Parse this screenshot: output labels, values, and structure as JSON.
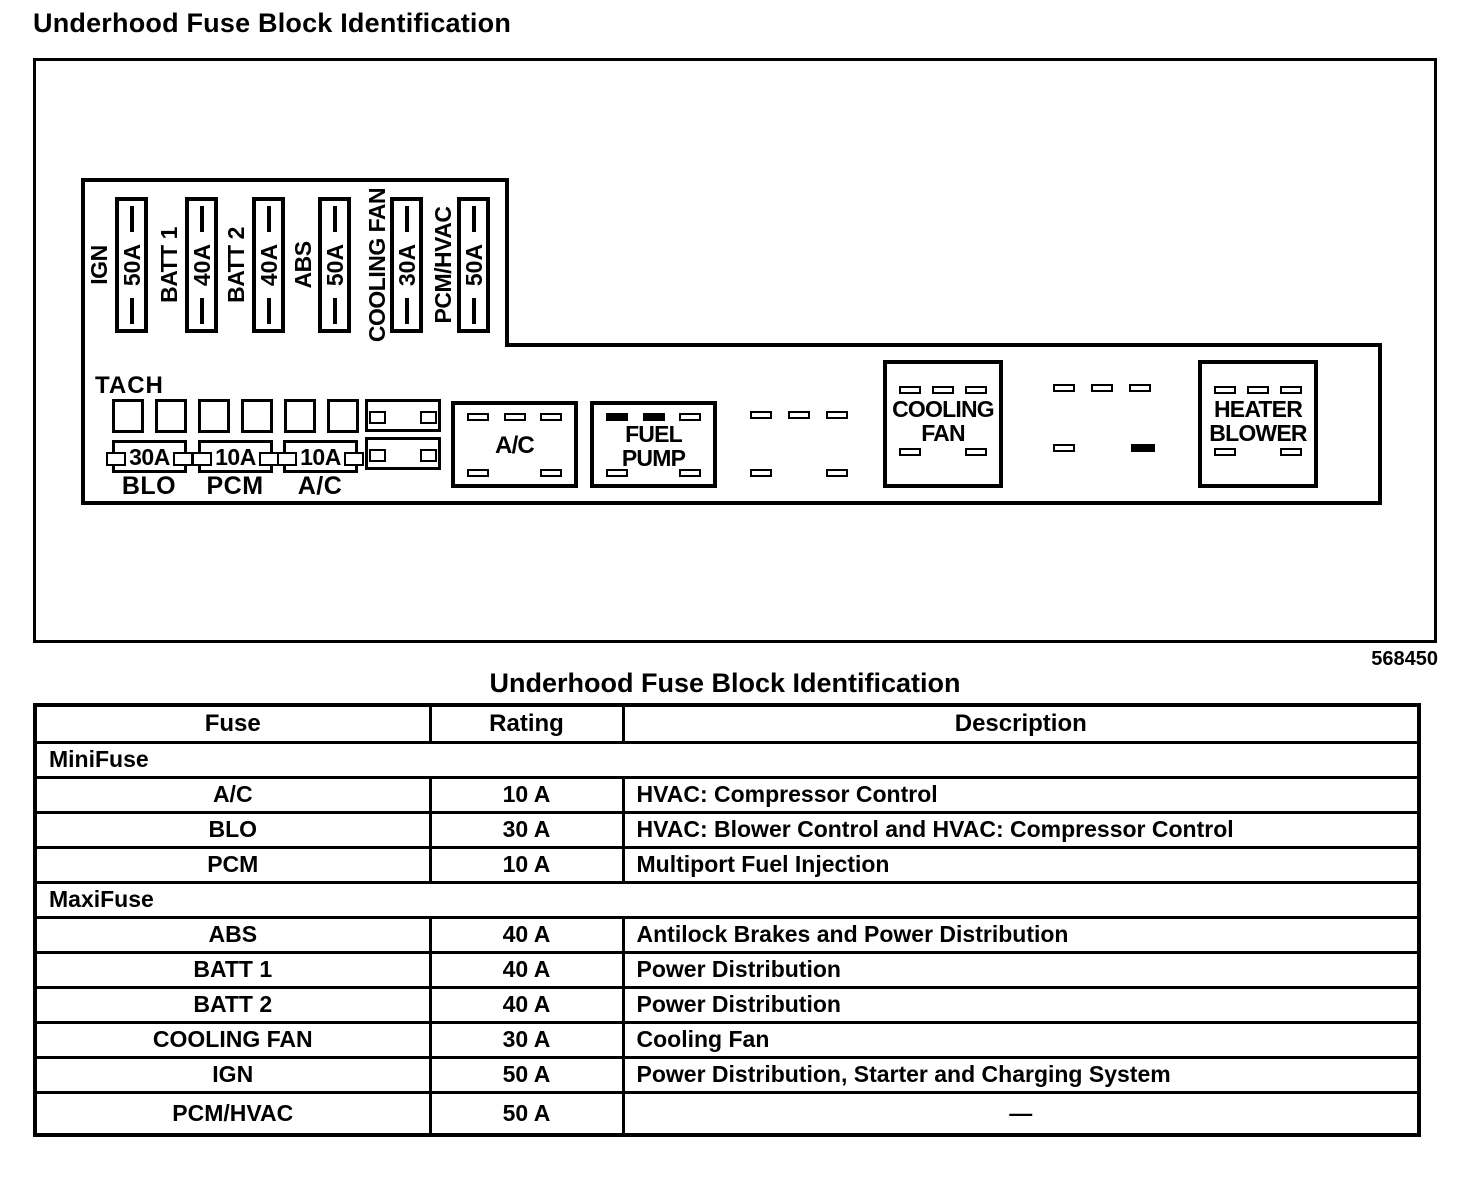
{
  "page_title": "Underhood Fuse Block Identification",
  "figure_number": "568450",
  "diagram": {
    "vertical_fuses": [
      {
        "label": "IGN",
        "rating": "50A"
      },
      {
        "label": "BATT 1",
        "rating": "40A"
      },
      {
        "label": "BATT 2",
        "rating": "40A"
      },
      {
        "label": "ABS",
        "rating": "50A"
      },
      {
        "label": "COOLING FAN",
        "rating": "30A"
      },
      {
        "label": "PCM/HVAC",
        "rating": "50A"
      }
    ],
    "tach_label": "TACH",
    "mini_fuses": [
      {
        "rating": "30A",
        "label": "BLO"
      },
      {
        "rating": "10A",
        "label": "PCM"
      },
      {
        "rating": "10A",
        "label": "A/C"
      }
    ],
    "relays": [
      {
        "line1": "A/C"
      },
      {
        "line1": "FUEL",
        "line2": "PUMP"
      },
      {
        "line1": "COOLING",
        "line2": "FAN"
      },
      {
        "line1": "HEATER",
        "line2": "BLOWER"
      }
    ]
  },
  "table": {
    "title": "Underhood Fuse Block Identification",
    "headers": {
      "fuse": "Fuse",
      "rating": "Rating",
      "description": "Description"
    },
    "mini_section": "MiniFuse",
    "maxi_section": "MaxiFuse",
    "mini_rows": [
      {
        "fuse": "A/C",
        "rating": "10 A",
        "description": "HVAC: Compressor Control"
      },
      {
        "fuse": "BLO",
        "rating": "30 A",
        "description": "HVAC: Blower Control and HVAC: Compressor Control"
      },
      {
        "fuse": "PCM",
        "rating": "10 A",
        "description": "Multiport Fuel Injection"
      }
    ],
    "maxi_rows": [
      {
        "fuse": "ABS",
        "rating": "40 A",
        "description": "Antilock Brakes and Power Distribution"
      },
      {
        "fuse": "BATT 1",
        "rating": "40 A",
        "description": "Power Distribution"
      },
      {
        "fuse": "BATT 2",
        "rating": "40 A",
        "description": "Power Distribution"
      },
      {
        "fuse": "COOLING FAN",
        "rating": "30 A",
        "description": "Cooling Fan"
      },
      {
        "fuse": "IGN",
        "rating": "50 A",
        "description": "Power Distribution, Starter and Charging System"
      },
      {
        "fuse": "PCM/HVAC",
        "rating": "50 A",
        "description": "—"
      }
    ]
  }
}
